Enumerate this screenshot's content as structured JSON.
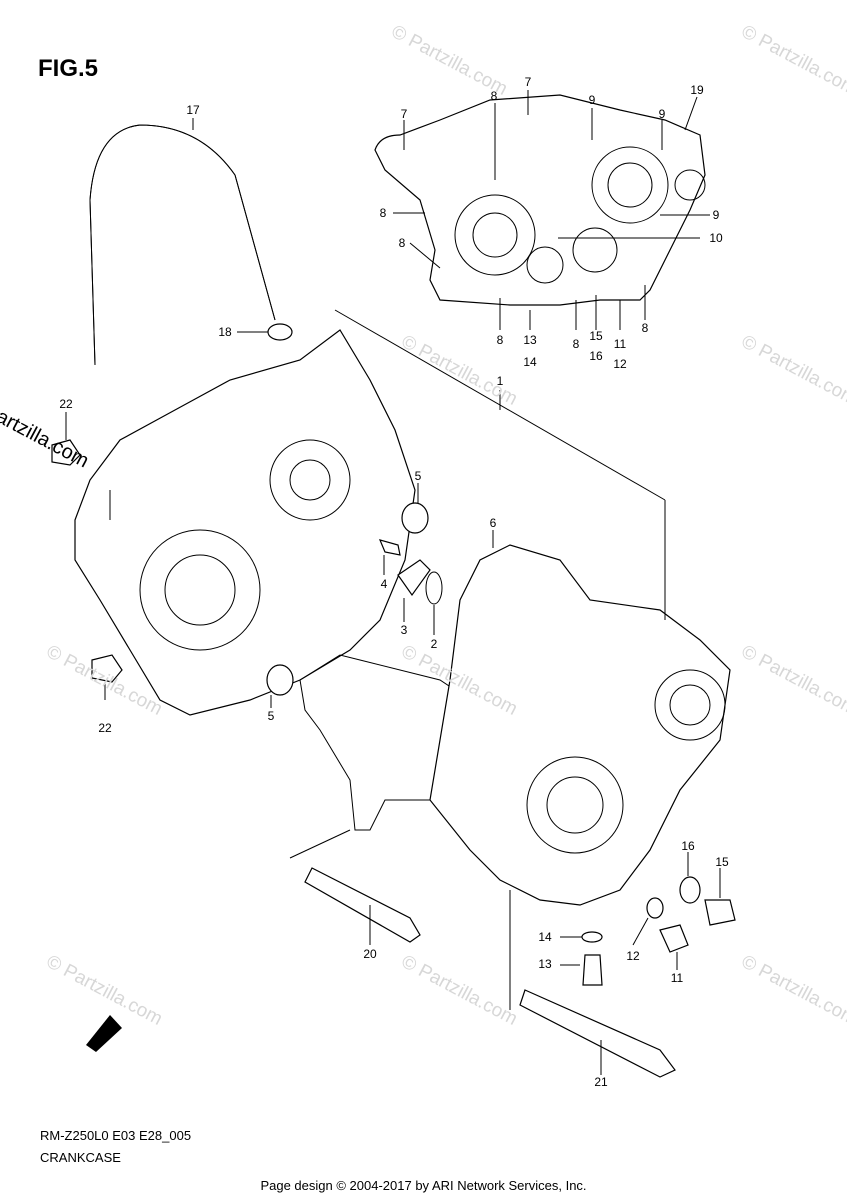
{
  "figure_label": "FIG.5",
  "model_code": "RM-Z250L0 E03 E28_005",
  "section_name": "CRANKCASE",
  "credit": "Page design © 2004-2017 by ARI Network Services, Inc.",
  "watermark": "© Partzilla.com",
  "fwd_mark": "FWD",
  "callouts": [
    "17",
    "7",
    "7",
    "8",
    "9",
    "19",
    "9",
    "8",
    "9",
    "10",
    "8",
    "8",
    "13",
    "14",
    "8",
    "15",
    "16",
    "11",
    "12",
    "8",
    "18",
    "1",
    "22",
    "5",
    "6",
    "4",
    "3",
    "2",
    "22",
    "5",
    "20",
    "16",
    "15",
    "14",
    "12",
    "11",
    "13",
    "21"
  ]
}
